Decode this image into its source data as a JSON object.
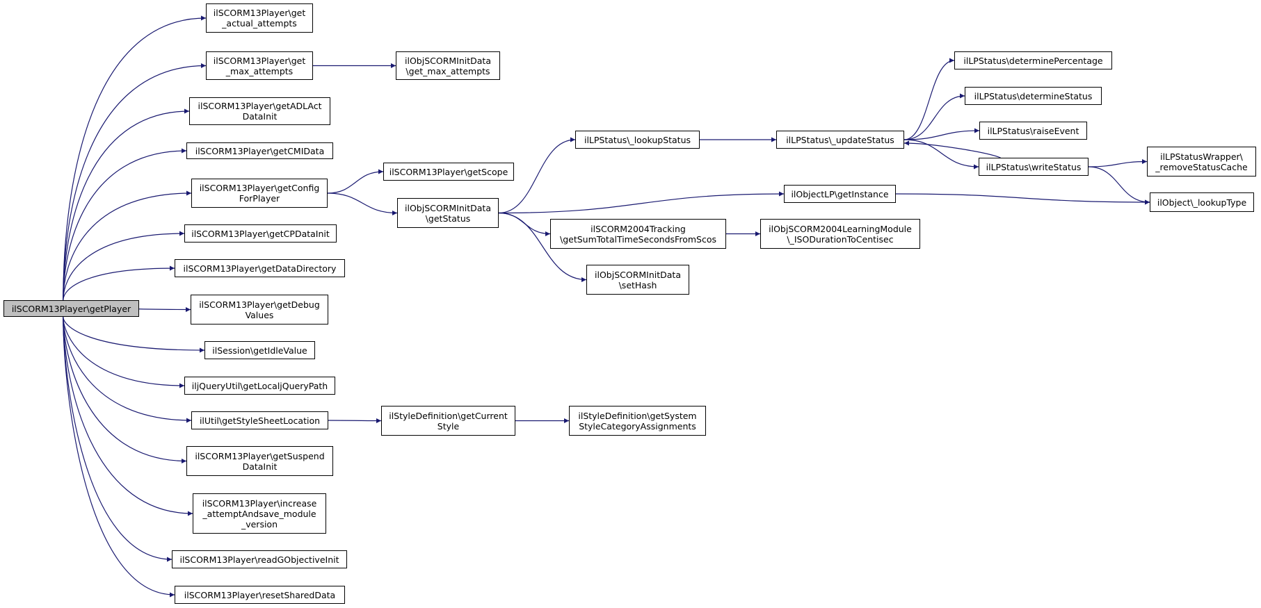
{
  "graph": {
    "edge_color": "#191970",
    "root_fill": "#bfbfbf",
    "nodes": {
      "root": {
        "label": "ilSCORM13Player\\getPlayer"
      },
      "get_actual_attempts": {
        "label": "ilSCORM13Player\\get\n_actual_attempts"
      },
      "get_max_attempts": {
        "label": "ilSCORM13Player\\get\n_max_attempts"
      },
      "initdata_get_max_attempts": {
        "label": "ilObjSCORMInitData\n\\get_max_attempts"
      },
      "get_adl_act_data_init": {
        "label": "ilSCORM13Player\\getADLAct\nDataInit"
      },
      "get_cmi_data": {
        "label": "ilSCORM13Player\\getCMIData"
      },
      "get_config_for_player": {
        "label": "ilSCORM13Player\\getConfig\nForPlayer"
      },
      "get_scope": {
        "label": "ilSCORM13Player\\getScope"
      },
      "initdata_get_status": {
        "label": "ilObjSCORMInitData\n\\getStatus"
      },
      "lp_lookup_status": {
        "label": "ilLPStatus\\_lookupStatus"
      },
      "lp_update_status": {
        "label": "ilLPStatus\\_updateStatus"
      },
      "lp_determine_percentage": {
        "label": "ilLPStatus\\determinePercentage"
      },
      "lp_determine_status": {
        "label": "ilLPStatus\\determineStatus"
      },
      "lp_raise_event": {
        "label": "ilLPStatus\\raiseEvent"
      },
      "lp_write_status": {
        "label": "ilLPStatus\\writeStatus"
      },
      "lp_wrapper_remove_cache": {
        "label": "ilLPStatusWrapper\\\n_removeStatusCache"
      },
      "object_lookup_type": {
        "label": "ilObject\\_lookupType"
      },
      "object_lp_get_instance": {
        "label": "ilObjectLP\\getInstance"
      },
      "scorm2004_tracking": {
        "label": "ilSCORM2004Tracking\n\\getSumTotalTimeSecondsFromScos"
      },
      "scorm2004_iso_duration": {
        "label": "ilObjSCORM2004LearningModule\n\\_ISODurationToCentisec"
      },
      "initdata_set_hash": {
        "label": "ilObjSCORMInitData\n\\setHash"
      },
      "get_cp_data_init": {
        "label": "ilSCORM13Player\\getCPDataInit"
      },
      "get_data_directory": {
        "label": "ilSCORM13Player\\getDataDirectory"
      },
      "get_debug_values": {
        "label": "ilSCORM13Player\\getDebug\nValues"
      },
      "session_get_idle_value": {
        "label": "ilSession\\getIdleValue"
      },
      "jquery_get_local_path": {
        "label": "iljQueryUtil\\getLocaljQueryPath"
      },
      "util_get_stylesheet_location": {
        "label": "ilUtil\\getStyleSheetLocation"
      },
      "style_get_current_style": {
        "label": "ilStyleDefinition\\getCurrent\nStyle"
      },
      "style_get_system_assignments": {
        "label": "ilStyleDefinition\\getSystem\nStyleCategoryAssignments"
      },
      "get_suspend_data_init": {
        "label": "ilSCORM13Player\\getSuspend\nDataInit"
      },
      "increase_attempt_save_version": {
        "label": "ilSCORM13Player\\increase\n_attemptAndsave_module\n_version"
      },
      "read_g_objective_init": {
        "label": "ilSCORM13Player\\readGObjectiveInit"
      },
      "reset_shared_data": {
        "label": "ilSCORM13Player\\resetSharedData"
      }
    },
    "edges": [
      [
        "root",
        "get_actual_attempts"
      ],
      [
        "root",
        "get_max_attempts"
      ],
      [
        "get_max_attempts",
        "initdata_get_max_attempts"
      ],
      [
        "root",
        "get_adl_act_data_init"
      ],
      [
        "root",
        "get_cmi_data"
      ],
      [
        "root",
        "get_config_for_player"
      ],
      [
        "get_config_for_player",
        "get_scope"
      ],
      [
        "get_config_for_player",
        "initdata_get_status"
      ],
      [
        "initdata_get_status",
        "lp_lookup_status"
      ],
      [
        "lp_lookup_status",
        "lp_update_status"
      ],
      [
        "lp_update_status",
        "lp_determine_percentage"
      ],
      [
        "lp_update_status",
        "lp_determine_status"
      ],
      [
        "lp_update_status",
        "lp_raise_event"
      ],
      [
        "lp_update_status",
        "lp_write_status"
      ],
      [
        "lp_write_status",
        "lp_update_status"
      ],
      [
        "lp_write_status",
        "lp_wrapper_remove_cache"
      ],
      [
        "lp_write_status",
        "object_lookup_type"
      ],
      [
        "initdata_get_status",
        "object_lp_get_instance"
      ],
      [
        "object_lp_get_instance",
        "object_lookup_type"
      ],
      [
        "initdata_get_status",
        "scorm2004_tracking"
      ],
      [
        "scorm2004_tracking",
        "scorm2004_iso_duration"
      ],
      [
        "initdata_get_status",
        "initdata_set_hash"
      ],
      [
        "root",
        "get_cp_data_init"
      ],
      [
        "root",
        "get_data_directory"
      ],
      [
        "root",
        "get_debug_values"
      ],
      [
        "root",
        "session_get_idle_value"
      ],
      [
        "root",
        "jquery_get_local_path"
      ],
      [
        "root",
        "util_get_stylesheet_location"
      ],
      [
        "util_get_stylesheet_location",
        "style_get_current_style"
      ],
      [
        "style_get_current_style",
        "style_get_system_assignments"
      ],
      [
        "root",
        "get_suspend_data_init"
      ],
      [
        "root",
        "increase_attempt_save_version"
      ],
      [
        "root",
        "read_g_objective_init"
      ],
      [
        "root",
        "reset_shared_data"
      ]
    ]
  }
}
